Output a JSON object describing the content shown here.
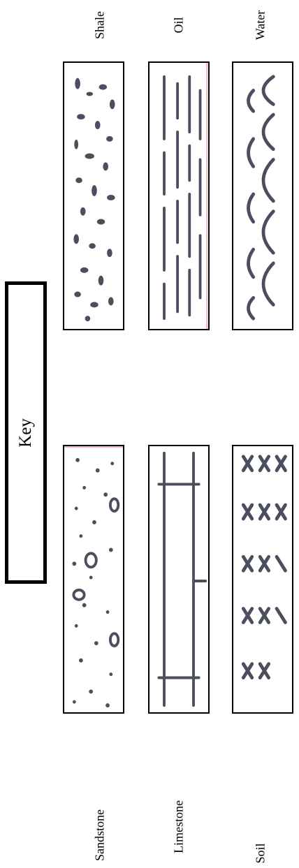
{
  "key": {
    "title": "Key"
  },
  "legend": {
    "shale": {
      "label": "Shale"
    },
    "oil": {
      "label": "Oil"
    },
    "water": {
      "label": "Water"
    },
    "sandstone": {
      "label": "Sandstone"
    },
    "limestone": {
      "label": "Limestone"
    },
    "soil": {
      "label": "Soil"
    }
  },
  "colors": {
    "pattern": "#4a4e5e",
    "border": "#000000",
    "margin_red": "#e0707a"
  }
}
